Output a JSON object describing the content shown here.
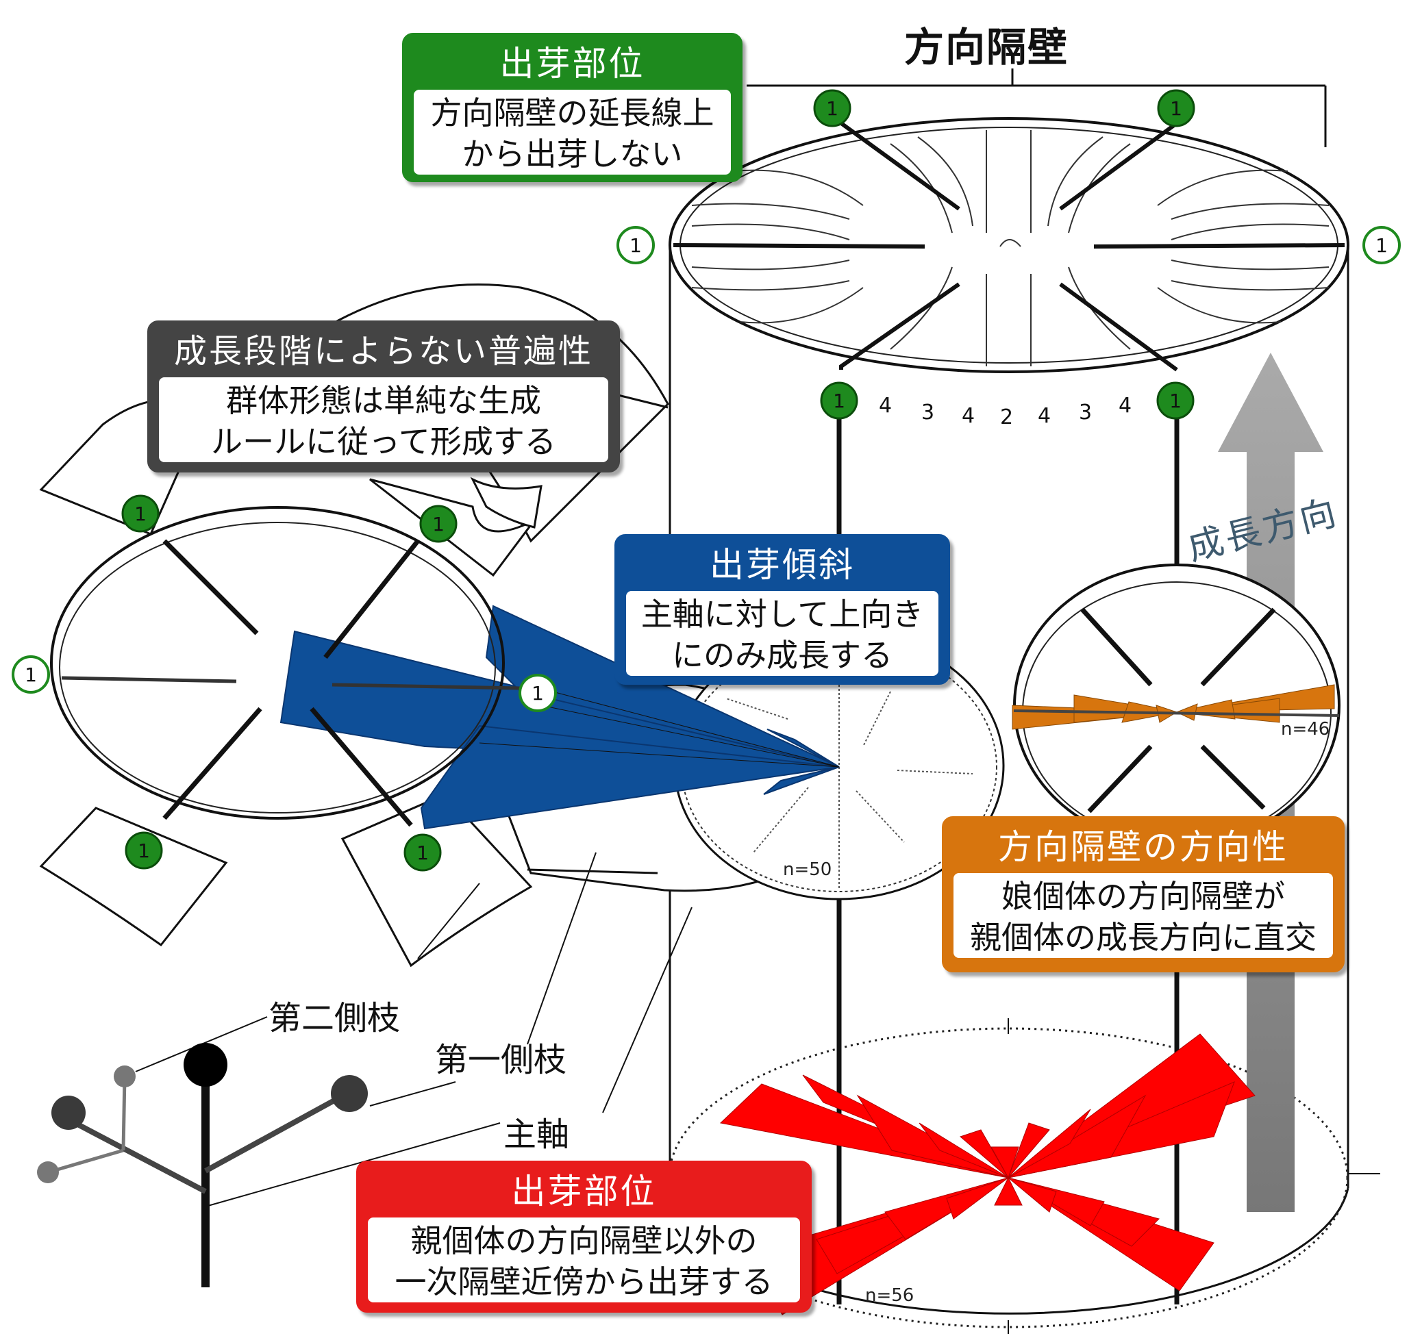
{
  "title": "方向隔壁",
  "growth_direction_label": "成長方向",
  "branch_labels": {
    "second_lateral": "第二側枝",
    "first_lateral": "第一側枝",
    "main_axis": "主軸"
  },
  "septa_numbers": [
    "4",
    "3",
    "4",
    "2",
    "4",
    "3",
    "4"
  ],
  "marker_label": "1",
  "sample_sizes": {
    "bud_tilt": "n=50",
    "orientation": "n=46",
    "bud_site": "n=56"
  },
  "boxes": {
    "bud_site_top": {
      "heading": "出芽部位",
      "lines": [
        "方向隔壁の延長線上",
        "から出芽しない"
      ],
      "color": "#1e8a1e"
    },
    "universality": {
      "heading": "成長段階によらない普遍性",
      "lines": [
        "群体形態は単純な生成",
        "ルールに従って形成する"
      ],
      "color": "#444444"
    },
    "bud_tilt": {
      "heading": "出芽傾斜",
      "lines": [
        "主軸に対して上向き",
        "にのみ成長する"
      ],
      "color": "#0e4f98"
    },
    "septa_orientation": {
      "heading": "方向隔壁の方向性",
      "lines": [
        "娘個体の方向隔壁が",
        "親個体の成長方向に直交"
      ],
      "color": "#d7750e"
    },
    "bud_site_bottom": {
      "heading": "出芽部位",
      "lines": [
        "親個体の方向隔壁以外の",
        "一次隔壁近傍から出芽する"
      ],
      "color": "#e81c1c"
    }
  }
}
